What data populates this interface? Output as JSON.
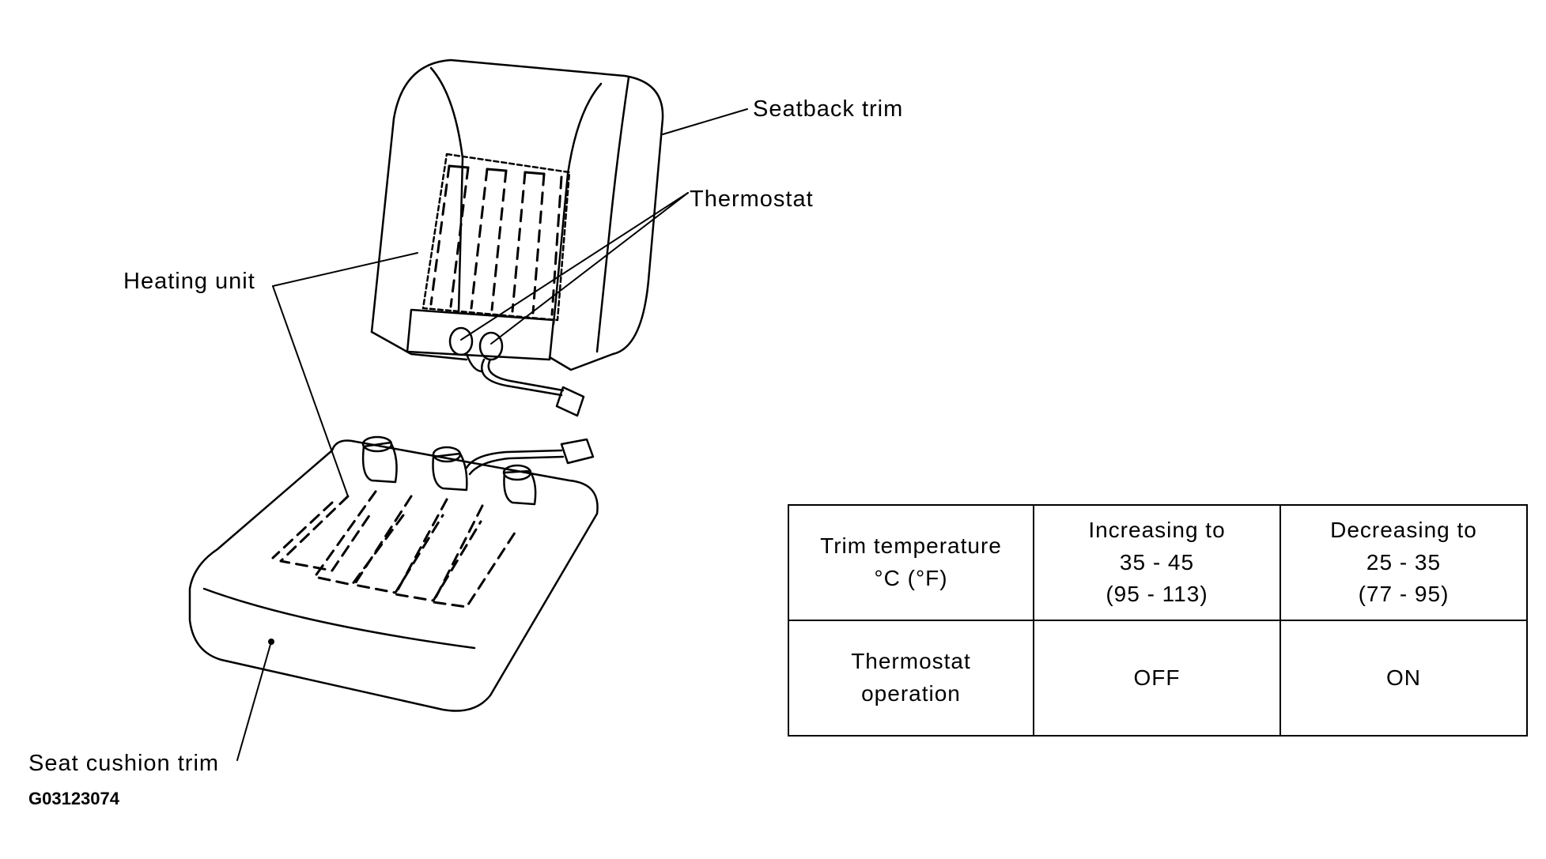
{
  "labels": {
    "seatback_trim": "Seatback trim",
    "thermostat": "Thermostat",
    "heating_unit": "Heating unit",
    "seat_cushion_trim": "Seat cushion trim",
    "figure_code": "G03123074"
  },
  "table": {
    "row1": {
      "header": [
        "Trim temperature",
        "°C (°F)"
      ],
      "increasing": [
        "Increasing to",
        "35 - 45",
        "(95 - 113)"
      ],
      "decreasing": [
        "Decreasing to",
        "25 - 35",
        "(77 - 95)"
      ]
    },
    "row2": {
      "header": [
        "Thermostat",
        "operation"
      ],
      "increasing": "OFF",
      "decreasing": "ON"
    }
  },
  "colors": {
    "line": "#000000",
    "background": "#ffffff"
  }
}
